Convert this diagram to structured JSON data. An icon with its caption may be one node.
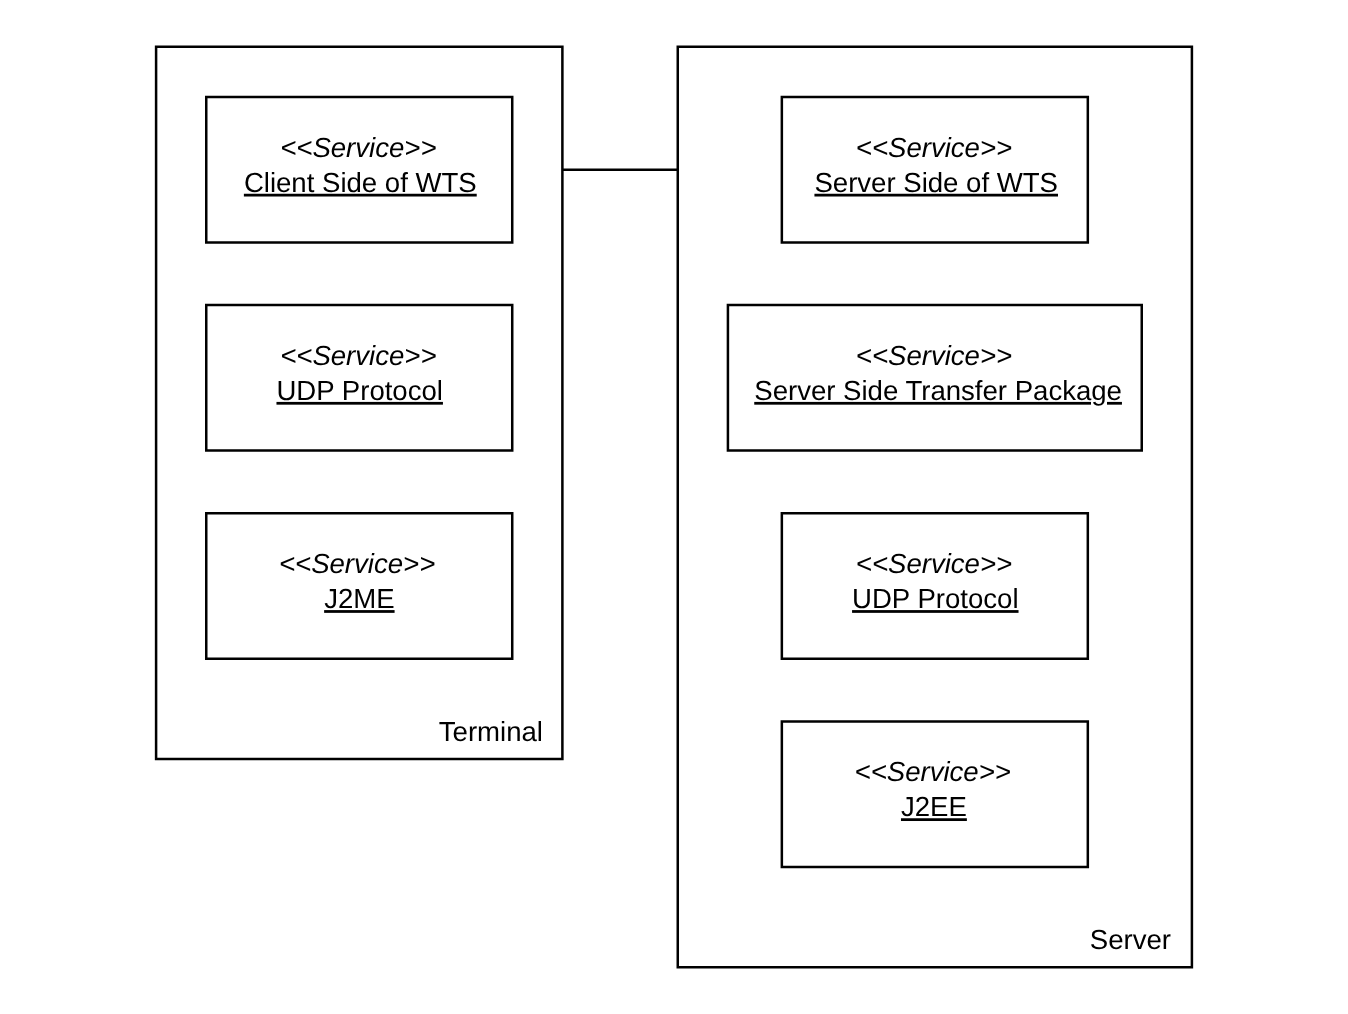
{
  "diagram": {
    "nodes": [
      {
        "text": [
          "Terminal"
        ]
      },
      {
        "text": [
          "<<Service>>",
          "Client Side of WTS"
        ],
        "in": 0
      },
      {
        "text": [
          "<<Service>>",
          "UDP Protocol"
        ],
        "in": 0
      },
      {
        "text": [
          "<<Service>>",
          "J2ME"
        ],
        "in": 0
      },
      {
        "text": [
          "Server"
        ]
      },
      {
        "text": [
          "<<Service>>",
          "Server Side of WTS"
        ],
        "in": 4
      },
      {
        "text": [
          "<<Service>>",
          "Server Side Transfer Package"
        ],
        "in": 4
      },
      {
        "text": [
          "<<Service>>",
          "UDP Protocol"
        ],
        "in": 4
      },
      {
        "text": [
          "<<Service>>",
          "J2EE"
        ],
        "in": 4
      }
    ],
    "edges": [
      {
        "from": 0,
        "to": 4,
        "arrow": "none"
      }
    ]
  }
}
